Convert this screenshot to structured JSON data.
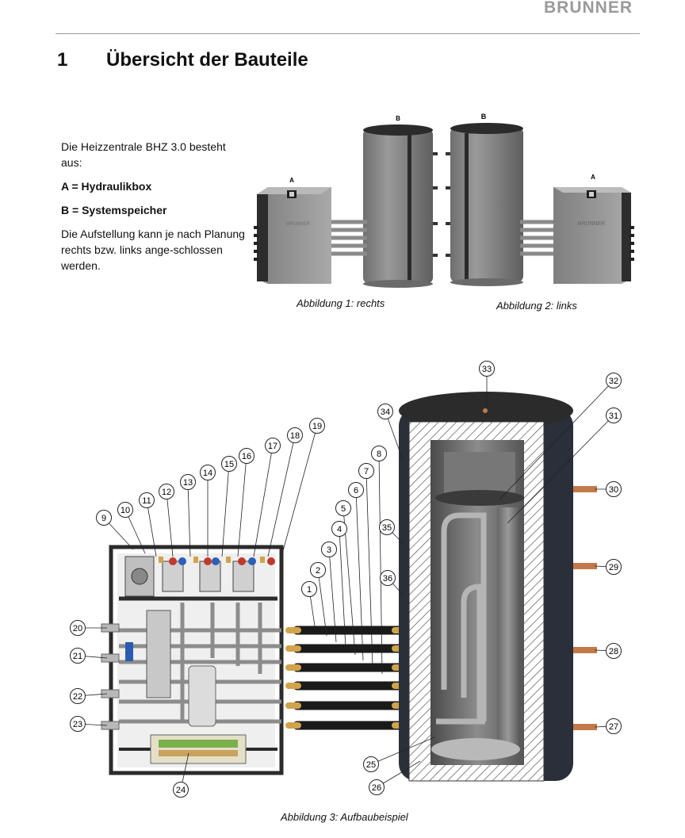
{
  "brand": "BRUNNER",
  "section": {
    "number": "1",
    "title": "Übersicht der Bauteile"
  },
  "intro": {
    "line1": "Die Heizzentrale BHZ 3.0 besteht aus:",
    "item_a": "A = Hydraulikbox",
    "item_b": "B = Systemspeicher",
    "line2": "Die Aufstellung kann je nach Planung rechts bzw. links ange-schlossen werden."
  },
  "figure1": {
    "caption": "Abbildung 1: rechts",
    "label_a": "A",
    "label_b": "B",
    "box_logo": "BRUNNER"
  },
  "figure2": {
    "caption": "Abbildung 2: links",
    "label_a": "A",
    "label_b": "B",
    "box_logo": "BRUNNER"
  },
  "figure3": {
    "caption": "Abbildung 3: Aufbaubeispiel",
    "callouts": [
      "1",
      "2",
      "3",
      "4",
      "5",
      "6",
      "7",
      "8",
      "9",
      "10",
      "11",
      "12",
      "13",
      "14",
      "15",
      "16",
      "17",
      "18",
      "19",
      "20",
      "21",
      "22",
      "23",
      "24",
      "25",
      "26",
      "27",
      "28",
      "29",
      "30",
      "31",
      "32",
      "33",
      "34",
      "35",
      "36"
    ]
  },
  "colors": {
    "tank_gray": "#8a8a8a",
    "box_gray": "#9c9c9c",
    "dark": "#2a2a2a",
    "copper": "#b87a52"
  }
}
